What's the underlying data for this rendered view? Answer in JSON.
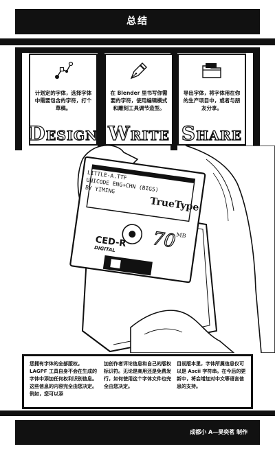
{
  "title": "总结",
  "cards": [
    {
      "icon": "nodes-icon",
      "text": "计划定的字体，选择字体中需要包含的字符，打个草稿。",
      "word_big": "D",
      "word_rest": "ESIGN"
    },
    {
      "icon": "pen-nib-icon",
      "text": "在 Blender 里书写你需要的字符，使用编辑模式和雕刻工具调节造型。",
      "word_big": "W",
      "word_rest": "RITE"
    },
    {
      "icon": "folder-icon",
      "text": "导出字体，将字体用在你的生产项目中，或者与朋友分享。",
      "word_big": "S",
      "word_rest": "HARE"
    }
  ],
  "disk": {
    "label_line1": "LITTLE-A.TTF",
    "label_line2": "UNICODE ENG+CHN (BIG5)",
    "label_line3": "BY YIMING",
    "logo": "TrueType",
    "brand": "CED-R",
    "brand_sub": "DIGITAL",
    "capacity": "70",
    "capacity_unit": "MB"
  },
  "bottom_columns": [
    "您拥有字体的全部版权。LAGPF 工具自身不会在生成的字体中添加任何权利识别信息。这些信息的内容完全由您决定。例如，您可以添",
    "加创作者评论信息和自己的版权标识符。无论是商用还是免费发行，如何使用这个字体文件也完全由您决定。",
    "目前版本里，字体所属信息仅可以是 Ascii 字符串。在今后的更新中，将会增加对中文等语言信息的支持。"
  ],
  "footer": "成都小 A—吴奕茗 制作"
}
